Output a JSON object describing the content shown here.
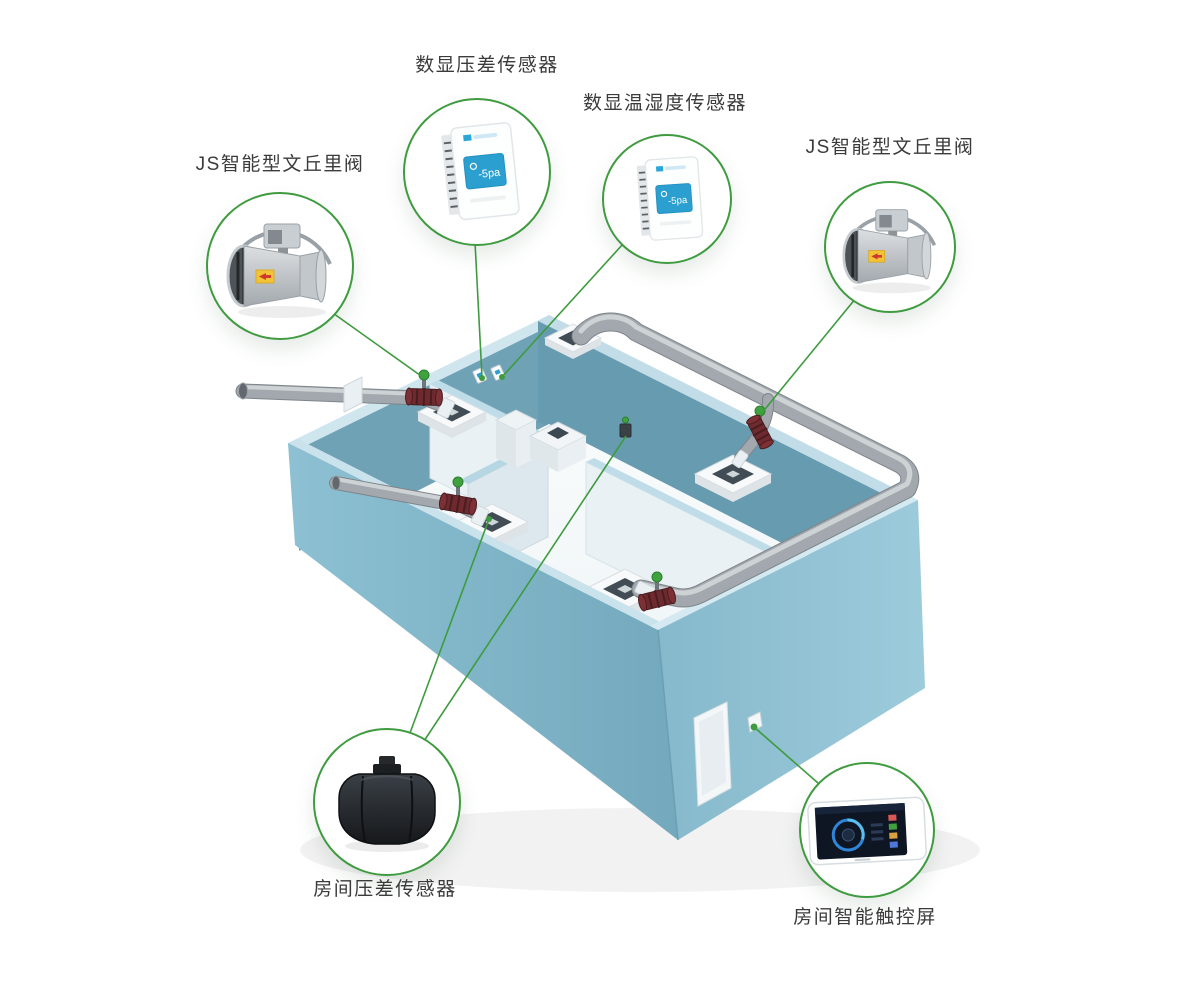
{
  "diagram_title": "",
  "colors": {
    "accent_green": "#3f9b3f",
    "wall_teal": "#7fb5c9",
    "wall_teal_light": "#cfe6ee",
    "wall_teal_dark": "#6fa2b5",
    "pipe_gray": "#a2a8ad",
    "valve_maroon": "#6e2a2e",
    "screen_blue": "#2b9fd0"
  },
  "callouts": [
    {
      "id": "digital-pressure-sensor",
      "label": "数显压差传感器",
      "screen_text": "-5pa"
    },
    {
      "id": "digital-temp-humidity-sensor",
      "label": "数显温湿度传感器",
      "screen_text": "-5pa"
    },
    {
      "id": "venturi-valve-left",
      "label": "JS智能型文丘里阀"
    },
    {
      "id": "venturi-valve-right",
      "label": "JS智能型文丘里阀"
    },
    {
      "id": "room-pressure-sensor",
      "label": "房间压差传感器"
    },
    {
      "id": "room-touch-screen",
      "label": "房间智能触控屏"
    }
  ]
}
